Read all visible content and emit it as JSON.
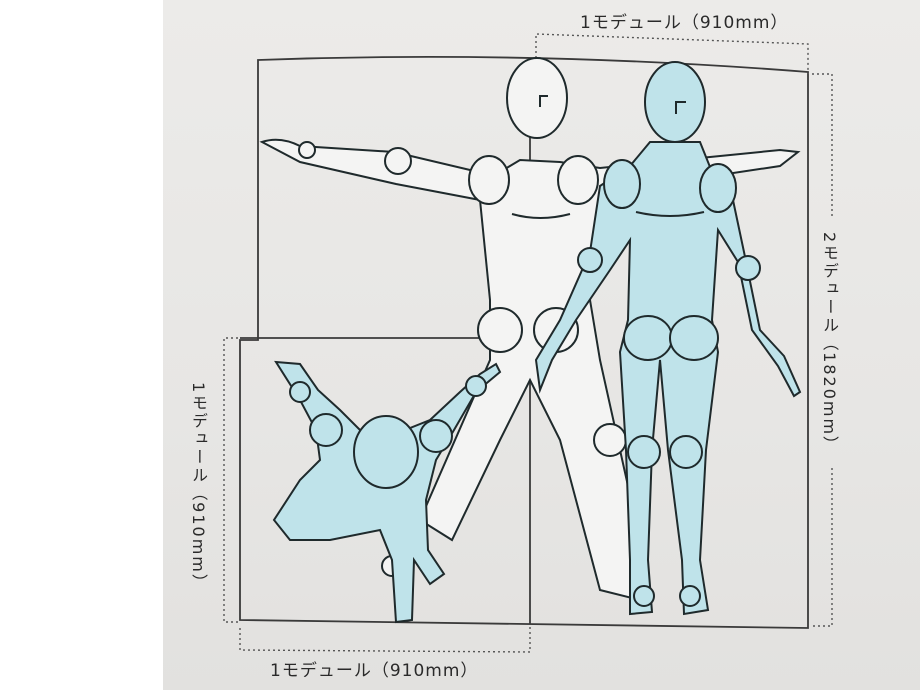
{
  "module_labels": {
    "top": "1モデュール（910mm）",
    "bottom": "1モデュール（910mm）",
    "left": "1モデュール（910mm）",
    "right": "2モデュール（1820mm）"
  },
  "colors": {
    "figure_fill_blue": "#bfe3ea",
    "figure_outline": "#1f2a2c",
    "guide_line": "#3a3a3a",
    "page_background": "#e9e8e6"
  }
}
